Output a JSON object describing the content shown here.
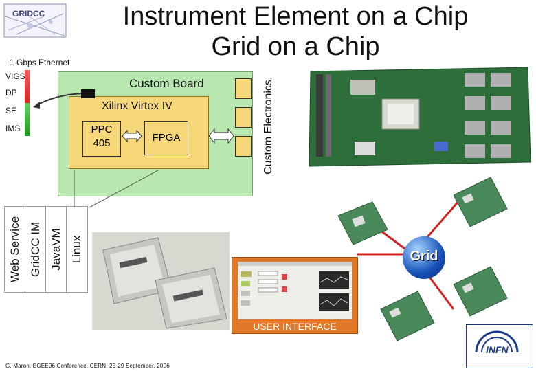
{
  "title": {
    "line1": "Instrument Element on a Chip",
    "line2": "Grid on a Chip"
  },
  "logo": {
    "text": "GRIDCC"
  },
  "ethernet_label": "1 Gbps Ethernet",
  "side_labels": [
    "VIGS",
    "DP",
    "SE",
    "IMS"
  ],
  "custom_board_label": "Custom Board",
  "xilinx_label": "Xilinx Virtex IV",
  "ppc_label": "PPC 405",
  "fpga_label": "FPGA",
  "custom_electronics_label": "Custom Electronics",
  "stack_labels": [
    "Web Service",
    "GridCC IM",
    "JavaVM",
    "Linux"
  ],
  "grid_label": "Grid",
  "user_interface_label": "USER INTERFACE",
  "footer": "G. Maron, EGEE06 Conference, CERN, 25-29 September, 2006",
  "infn_logo_text": "INFN",
  "colors": {
    "board_green": "#b8e8b0",
    "fpga_yellow": "#f6d77a",
    "ui_orange": "#e07828"
  }
}
